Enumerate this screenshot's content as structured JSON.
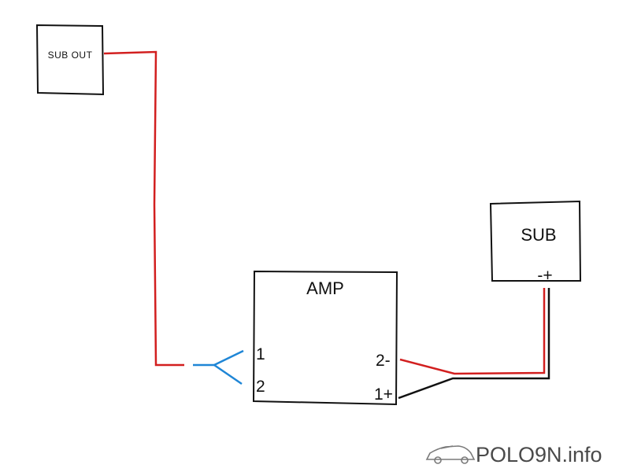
{
  "blocks": {
    "sub_out": {
      "label": "SUB OUT"
    },
    "amp": {
      "label": "AMP",
      "input_pins": [
        "1",
        "2"
      ],
      "output_pins": [
        "2-",
        "1+"
      ]
    },
    "sub": {
      "label": "SUB",
      "terminals": "-+"
    }
  },
  "colors": {
    "signal_wire": "#d21f1f",
    "split_wire": "#1f86d6",
    "ground_wire": "#111111",
    "box_border": "#111111"
  },
  "watermark": {
    "text": "POLO9N.info",
    "icon": "car-icon"
  }
}
